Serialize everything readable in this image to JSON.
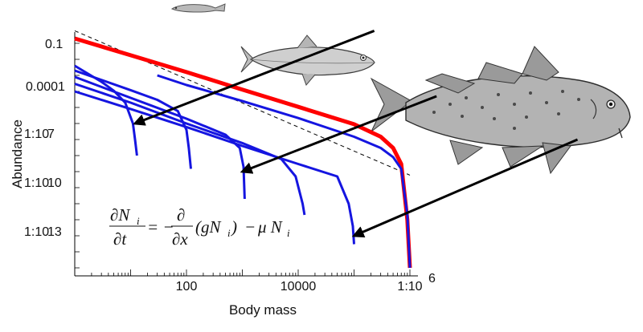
{
  "chart_data": {
    "type": "line",
    "title": "",
    "xlabel": "Body mass",
    "ylabel": "Abundance",
    "x_scale": "log",
    "y_scale": "log",
    "xlim": [
      1,
      1000000
    ],
    "ylim": [
      1e-15,
      1
    ],
    "x_tick_labels": [
      "100",
      "10000",
      "1:10"
    ],
    "x_tick_exponent": "6",
    "y_tick_labels": [
      "0.1",
      "0.0001",
      "1:10",
      "1:10",
      "1:10"
    ],
    "y_tick_exponents": [
      "",
      "",
      "7",
      "10",
      "13"
    ],
    "grid": false,
    "legend": "none",
    "colors": {
      "total": "#ff0000",
      "species": "#1515e0",
      "reference": "#000000"
    },
    "series": [
      {
        "style": "dashed",
        "color": "#000000",
        "x": [
          1,
          1000000
        ],
        "y": [
          0.6,
          6e-10
        ]
      },
      {
        "style": "thick",
        "color": "#ff0000",
        "x": [
          1,
          10,
          100,
          1000,
          10000,
          100000,
          300000,
          500000,
          700000,
          900000,
          1000000
        ],
        "y": [
          0.2,
          0.018,
          0.0016,
          0.00013,
          1.1e-05,
          9e-07,
          1.5e-07,
          3e-08,
          3e-09,
          1e-12,
          1e-15
        ]
      },
      {
        "color": "#1515e0",
        "x": [
          1,
          3,
          5,
          8,
          11,
          12,
          13
        ],
        "y": [
          0.004,
          0.0004,
          0.00011,
          2e-05,
          1e-06,
          1e-07,
          1e-08
        ]
      },
      {
        "color": "#1515e0",
        "x": [
          1,
          10,
          30,
          70,
          100,
          110,
          120
        ],
        "y": [
          0.002,
          0.00012,
          3e-05,
          6e-06,
          4e-07,
          3e-08,
          1.5e-09
        ]
      },
      {
        "color": "#1515e0",
        "x": [
          1,
          10,
          100,
          500,
          900,
          1050,
          1100
        ],
        "y": [
          0.0008,
          4e-05,
          2e-06,
          2e-07,
          3e-08,
          2e-09,
          2e-11
        ]
      },
      {
        "color": "#1515e0",
        "x": [
          1,
          10,
          100,
          1000,
          5000,
          9000,
          12000,
          13000
        ],
        "y": [
          0.0003,
          2e-05,
          1e-06,
          6e-08,
          6e-09,
          5e-10,
          1e-11,
          2e-12
        ]
      },
      {
        "color": "#1515e0",
        "x": [
          1,
          10,
          100,
          1000,
          10000,
          50000,
          80000,
          95000,
          100000
        ],
        "y": [
          0.0001,
          8e-06,
          6e-07,
          4e-08,
          3e-09,
          5e-10,
          1e-11,
          4e-13,
          3e-14
        ]
      },
      {
        "color": "#1515e0",
        "x": [
          30,
          100,
          1000,
          10000,
          100000,
          300000,
          500000,
          700000,
          900000,
          1000000
        ],
        "y": [
          0.001,
          0.00025,
          2.5e-05,
          2.2e-06,
          1.5e-07,
          3e-08,
          8e-09,
          1.5e-09,
          2e-12,
          1e-15
        ]
      }
    ],
    "arrows": [
      {
        "from": [
          230000,
          0.6
        ],
        "to": [
          12,
          1e-06
        ]
      },
      {
        "from": [
          3000000,
          5e-05
        ],
        "to": [
          1000,
          1e-09
        ]
      },
      {
        "from": [
          1000000000.0,
          1e-07
        ],
        "to": [
          100000,
          1e-13
        ]
      }
    ],
    "annotation": {
      "lhs_num": "∂N",
      "lhs_num_sub": "i",
      "lhs_den": "∂t",
      "equals": "= −",
      "op_num": "∂",
      "op_den": "∂x",
      "term_open": "(gN",
      "term_sub": "i",
      "term_close": ")",
      "minus": "−",
      "mu": "μ N",
      "mu_sub": "i"
    }
  },
  "illustrations": [
    {
      "icon": "small-fish-icon"
    },
    {
      "icon": "herring-icon"
    },
    {
      "icon": "cod-icon"
    }
  ]
}
